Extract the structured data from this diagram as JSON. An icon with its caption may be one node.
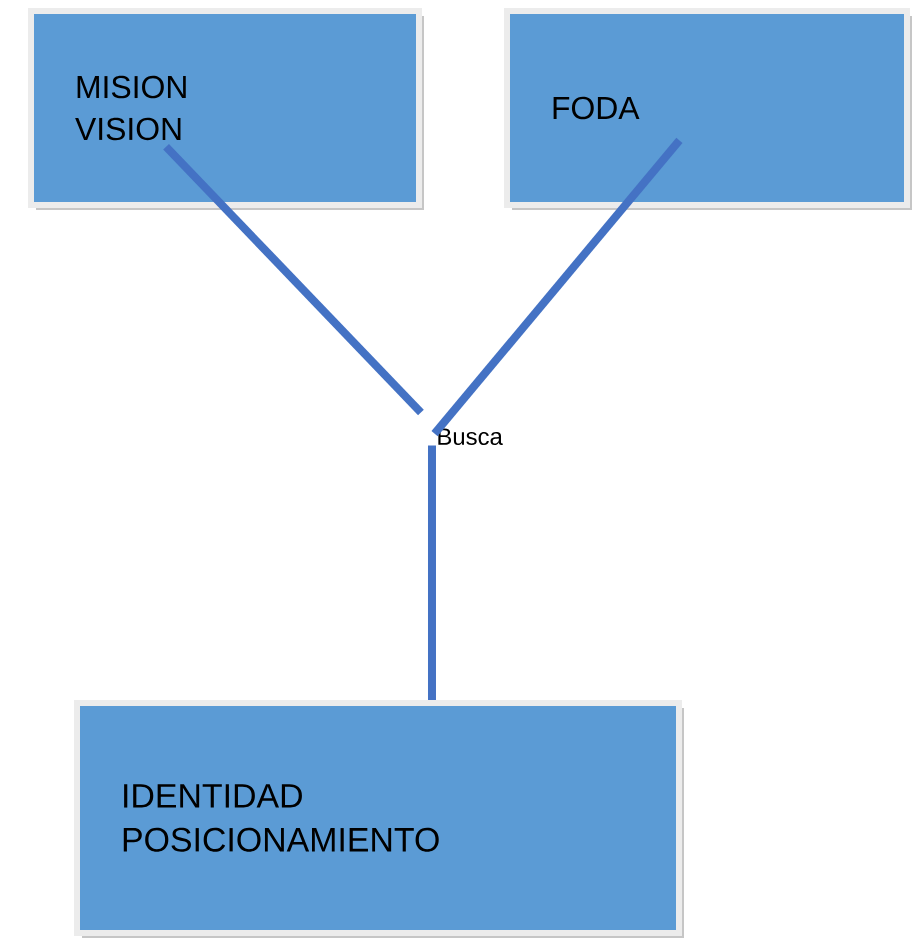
{
  "diagram": {
    "nodes": [
      {
        "text": [
          "MISION VISION"
        ]
      },
      {
        "text": [
          "FODA"
        ]
      },
      {
        "text": [
          "Busca"
        ]
      },
      {
        "text": [
          "IDENTIDAD POSICIONAMIENTO"
        ]
      }
    ],
    "edges": [
      {
        "from": 0,
        "to": 2,
        "arrow": "none"
      },
      {
        "from": 1,
        "to": 2,
        "arrow": "none"
      },
      {
        "from": 2,
        "to": 3,
        "arrow": "none"
      }
    ]
  }
}
